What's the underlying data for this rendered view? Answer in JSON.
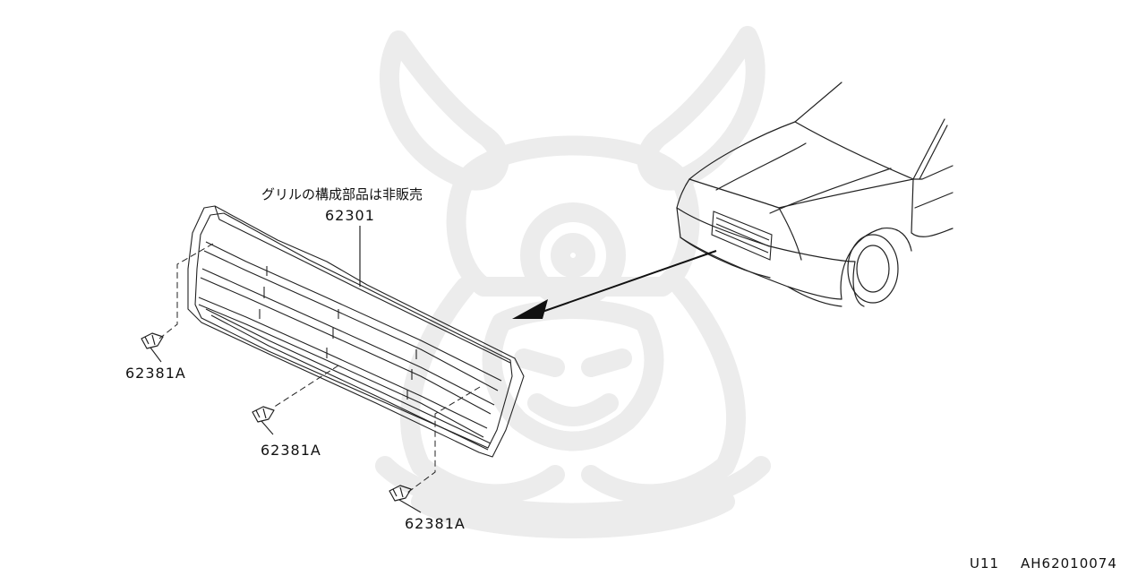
{
  "diagram": {
    "grille_note": "グリルの構成部品は非販売",
    "grille_part_number": "62301",
    "clip_part_number": "62381A",
    "diagram_code": "U11",
    "illustration_id": "AH62010074"
  },
  "icons": {
    "watermark": "samurai-helmet-watermark-icon",
    "vehicle": "car-front-illustration-icon",
    "grille": "front-grille-illustration-icon",
    "clip": "grille-clip-illustration-icon"
  }
}
